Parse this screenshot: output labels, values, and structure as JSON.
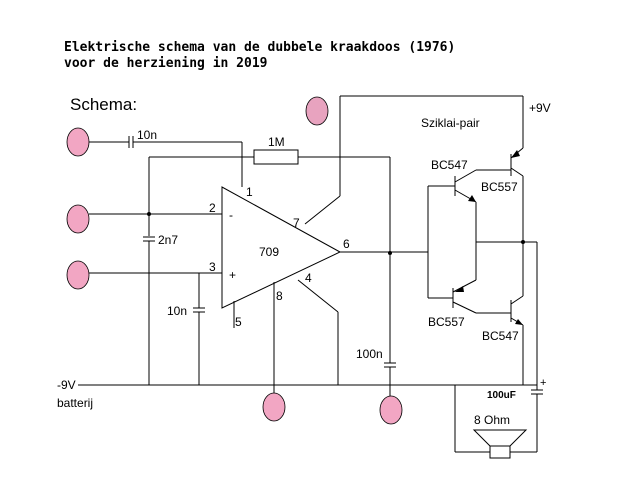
{
  "title": {
    "line1": "Elektrische schema van de dubbele kraakdoos (1976)",
    "line2": "voor de herziening in 2019"
  },
  "labels": {
    "schema": "Schema:",
    "sziklai": "Sziklai-pair",
    "pos_supply": "+9V",
    "neg_supply": "-9V",
    "battery": "batterij",
    "ic": "709",
    "r_feedback": "1M",
    "c_input": "10n",
    "c_2n7": "2n7",
    "c_10n_pin3": "10n",
    "c_100n": "100n",
    "c_output": "100uF",
    "c_output_polarity": "+",
    "speaker": "8 Ohm",
    "q1": "BC547",
    "q2": "BC557",
    "q3": "BC557",
    "q4": "BC547",
    "pin1": "1",
    "pin2": "2",
    "pin3": "3",
    "pin4": "4",
    "pin5": "5",
    "pin6": "6",
    "pin7": "7",
    "pin8": "8",
    "inv": "-",
    "noninv": "+"
  }
}
